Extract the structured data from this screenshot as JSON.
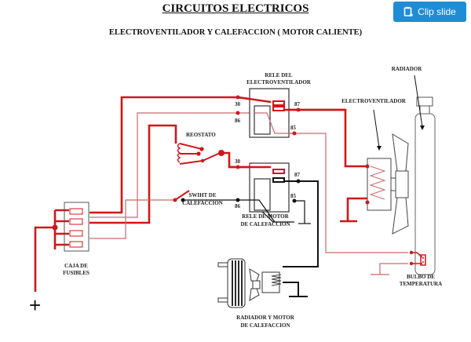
{
  "header": {
    "title": "CIRCUITOS ELECTRICOS",
    "subtitle": "ELECTROVENTILADOR Y CALEFACCION ( MOTOR CALIENTE)"
  },
  "toolbar": {
    "clip_label": "Clip slide",
    "clip_icon": "clip-icon"
  },
  "diagram": {
    "components": {
      "relay_fan_line1": "RELE DEL",
      "relay_fan_line2": "ELECTROVENTILADOR",
      "relay_heater_line1": "RELE DE MOTOR",
      "relay_heater_line2": "DE CALEFACCION",
      "rheostat": "REOSTATO",
      "switch_line1": "SWIHT DE",
      "switch_line2": "CALEFACCION",
      "fuse_box_line1": "CAJA DE",
      "fuse_box_line2": "FUSIBLES",
      "fan": "ELECTROVENTILADOR",
      "radiator": "RADIADOR",
      "bulb_line1": "BULBO DE",
      "bulb_line2": "TEMPERATURA",
      "heater_line1": "RADIADOR Y MOTOR",
      "heater_line2": "DE CALEFACCION",
      "battery_symbol": "+"
    },
    "pins": {
      "fan_relay": {
        "p30": "30",
        "p86": "86",
        "p87": "87",
        "p85": "85"
      },
      "heater_relay": {
        "p30": "30",
        "p86": "86",
        "p87": "87",
        "p85": "85"
      }
    },
    "colors": {
      "power": "#d0161b",
      "signal": "#c96a6a",
      "ground_wire": "#111111",
      "outline": "#333333"
    }
  }
}
